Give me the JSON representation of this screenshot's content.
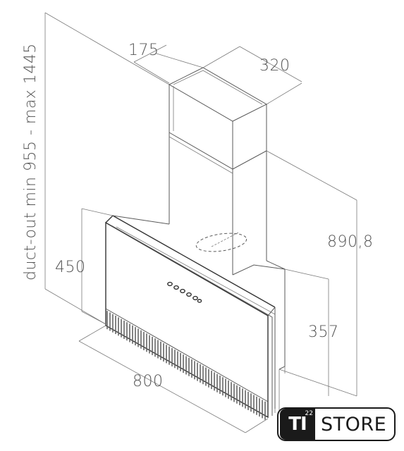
{
  "diagram": {
    "dimensions": {
      "depth_top": "175",
      "width_top": "320",
      "duct_out": "duct-out min 955 - max 1445",
      "height_total": "890,8",
      "height_panel": "450",
      "height_lower": "357",
      "width_bottom": "800"
    },
    "colors": {
      "line": "#5a5a5a",
      "text": "#555555",
      "logo": "#1a1a1a"
    }
  },
  "logo": {
    "mark": "TI",
    "superscript": "22",
    "word": "STORE"
  }
}
